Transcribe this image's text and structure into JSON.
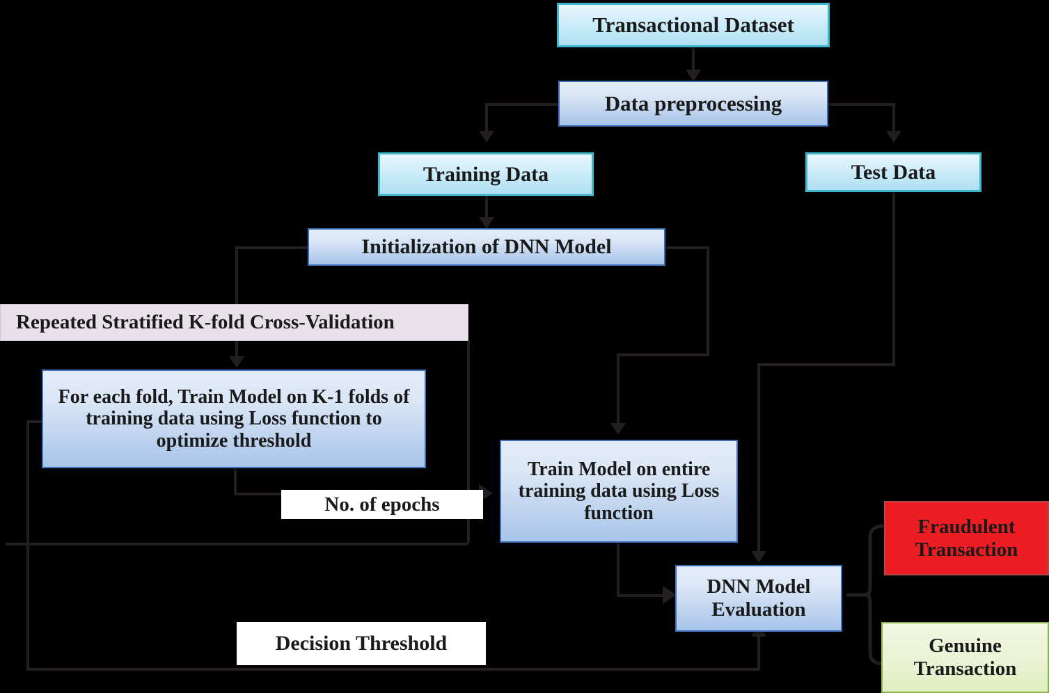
{
  "diagram": {
    "title": "DNN fraud detection training and evaluation workflow",
    "colors": {
      "background": "#000000",
      "cyan_border": "#3fb8cf",
      "blue_border": "#3b6fb6",
      "lavender_fill": "#e8e1ea",
      "fraud_fill": "#ee1d24",
      "genuine_fill": "#eaf3d4",
      "connector": "#231f20",
      "text": "#1a1a1a"
    },
    "nodes": {
      "transactional_dataset": "Transactional Dataset",
      "data_preprocessing": "Data preprocessing",
      "training_data": "Training Data",
      "test_data": "Test Data",
      "init_dnn": "Initialization of DNN Model",
      "kfold_band": "Repeated Stratified K-fold Cross-Validation",
      "for_each_fold": "For each fold, Train Model on K-1 folds of training data using Loss function to optimize threshold",
      "train_entire": "Train Model on entire training data using Loss function",
      "dnn_eval": "DNN Model Evaluation",
      "fraudulent": "Fraudulent Transaction",
      "genuine": "Genuine Transaction"
    },
    "edge_labels": {
      "epochs": "No. of epochs",
      "decision_threshold": "Decision Threshold"
    }
  }
}
